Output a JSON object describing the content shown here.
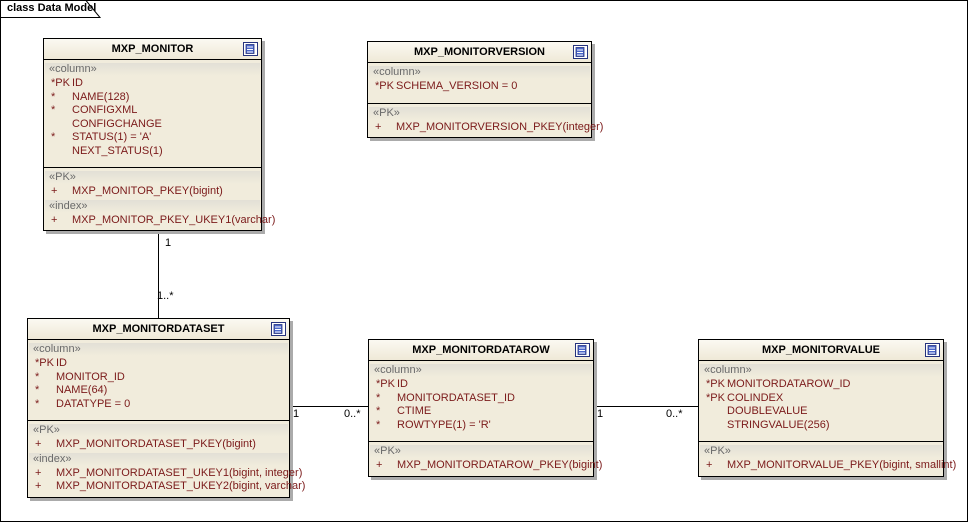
{
  "frame": {
    "tab_label": "class Data Model"
  },
  "colors": {
    "table_fill": "#F1ECDC",
    "header_fill_top": "#FBF9F2",
    "member_text": "#7B1A1A",
    "stereotype_text": "#6A6A6A",
    "border": "#000000",
    "shadow": "#ABABAB",
    "icon_blue": "#4A66C9",
    "icon_border_blue": "#26337E"
  },
  "connectors": {
    "monitor_to_dataset": {
      "source_multiplicity": "1",
      "target_multiplicity": "1..*"
    },
    "dataset_to_datarow": {
      "source_multiplicity": "1",
      "target_multiplicity": "0..*"
    },
    "datarow_to_value": {
      "source_multiplicity": "1",
      "target_multiplicity": "0..*"
    }
  },
  "tables": [
    {
      "name": "MXP_MONITOR",
      "attributes": [
        {
          "stereotype": "«column»"
        },
        {
          "prefix": "*PK",
          "text": "ID"
        },
        {
          "prefix": "*",
          "text": "NAME(128)"
        },
        {
          "prefix": "*",
          "text": "CONFIGXML"
        },
        {
          "prefix": "",
          "text": "CONFIGCHANGE"
        },
        {
          "prefix": "*",
          "text": "STATUS(1) = 'A'"
        },
        {
          "prefix": "",
          "text": "NEXT_STATUS(1)"
        }
      ],
      "operations": [
        {
          "stereotype": "«PK»"
        },
        {
          "prefix": "+",
          "text": "MXP_MONITOR_PKEY(bigint)"
        },
        {
          "stereotype": "«index»"
        },
        {
          "prefix": "+",
          "text": "MXP_MONITOR_PKEY_UKEY1(varchar)"
        }
      ]
    },
    {
      "name": "MXP_MONITORVERSION",
      "attributes": [
        {
          "stereotype": "«column»"
        },
        {
          "prefix": "*PK",
          "text": "SCHEMA_VERSION = 0"
        }
      ],
      "operations": [
        {
          "stereotype": "«PK»"
        },
        {
          "prefix": "+",
          "text": "MXP_MONITORVERSION_PKEY(integer)"
        }
      ]
    },
    {
      "name": "MXP_MONITORDATASET",
      "attributes": [
        {
          "stereotype": "«column»"
        },
        {
          "prefix": "*PK",
          "text": "ID"
        },
        {
          "prefix": "*",
          "text": "MONITOR_ID"
        },
        {
          "prefix": "*",
          "text": "NAME(64)"
        },
        {
          "prefix": "*",
          "text": "DATATYPE = 0"
        }
      ],
      "operations": [
        {
          "stereotype": "«PK»"
        },
        {
          "prefix": "+",
          "text": "MXP_MONITORDATASET_PKEY(bigint)"
        },
        {
          "stereotype": "«index»"
        },
        {
          "prefix": "+",
          "text": "MXP_MONITORDATASET_UKEY1(bigint, integer)"
        },
        {
          "prefix": "+",
          "text": "MXP_MONITORDATASET_UKEY2(bigint, varchar)"
        }
      ]
    },
    {
      "name": "MXP_MONITORDATAROW",
      "attributes": [
        {
          "stereotype": "«column»"
        },
        {
          "prefix": "*PK",
          "text": "ID"
        },
        {
          "prefix": "*",
          "text": "MONITORDATASET_ID"
        },
        {
          "prefix": "*",
          "text": "CTIME"
        },
        {
          "prefix": "*",
          "text": "ROWTYPE(1) = 'R'"
        }
      ],
      "operations": [
        {
          "stereotype": "«PK»"
        },
        {
          "prefix": "+",
          "text": "MXP_MONITORDATAROW_PKEY(bigint)"
        }
      ]
    },
    {
      "name": "MXP_MONITORVALUE",
      "attributes": [
        {
          "stereotype": "«column»"
        },
        {
          "prefix": "*PK",
          "text": "MONITORDATAROW_ID"
        },
        {
          "prefix": "*PK",
          "text": "COLINDEX"
        },
        {
          "prefix": "",
          "text": "DOUBLEVALUE"
        },
        {
          "prefix": "",
          "text": "STRINGVALUE(256)"
        }
      ],
      "operations": [
        {
          "stereotype": "«PK»"
        },
        {
          "prefix": "+",
          "text": "MXP_MONITORVALUE_PKEY(bigint, smallint)"
        }
      ]
    }
  ]
}
